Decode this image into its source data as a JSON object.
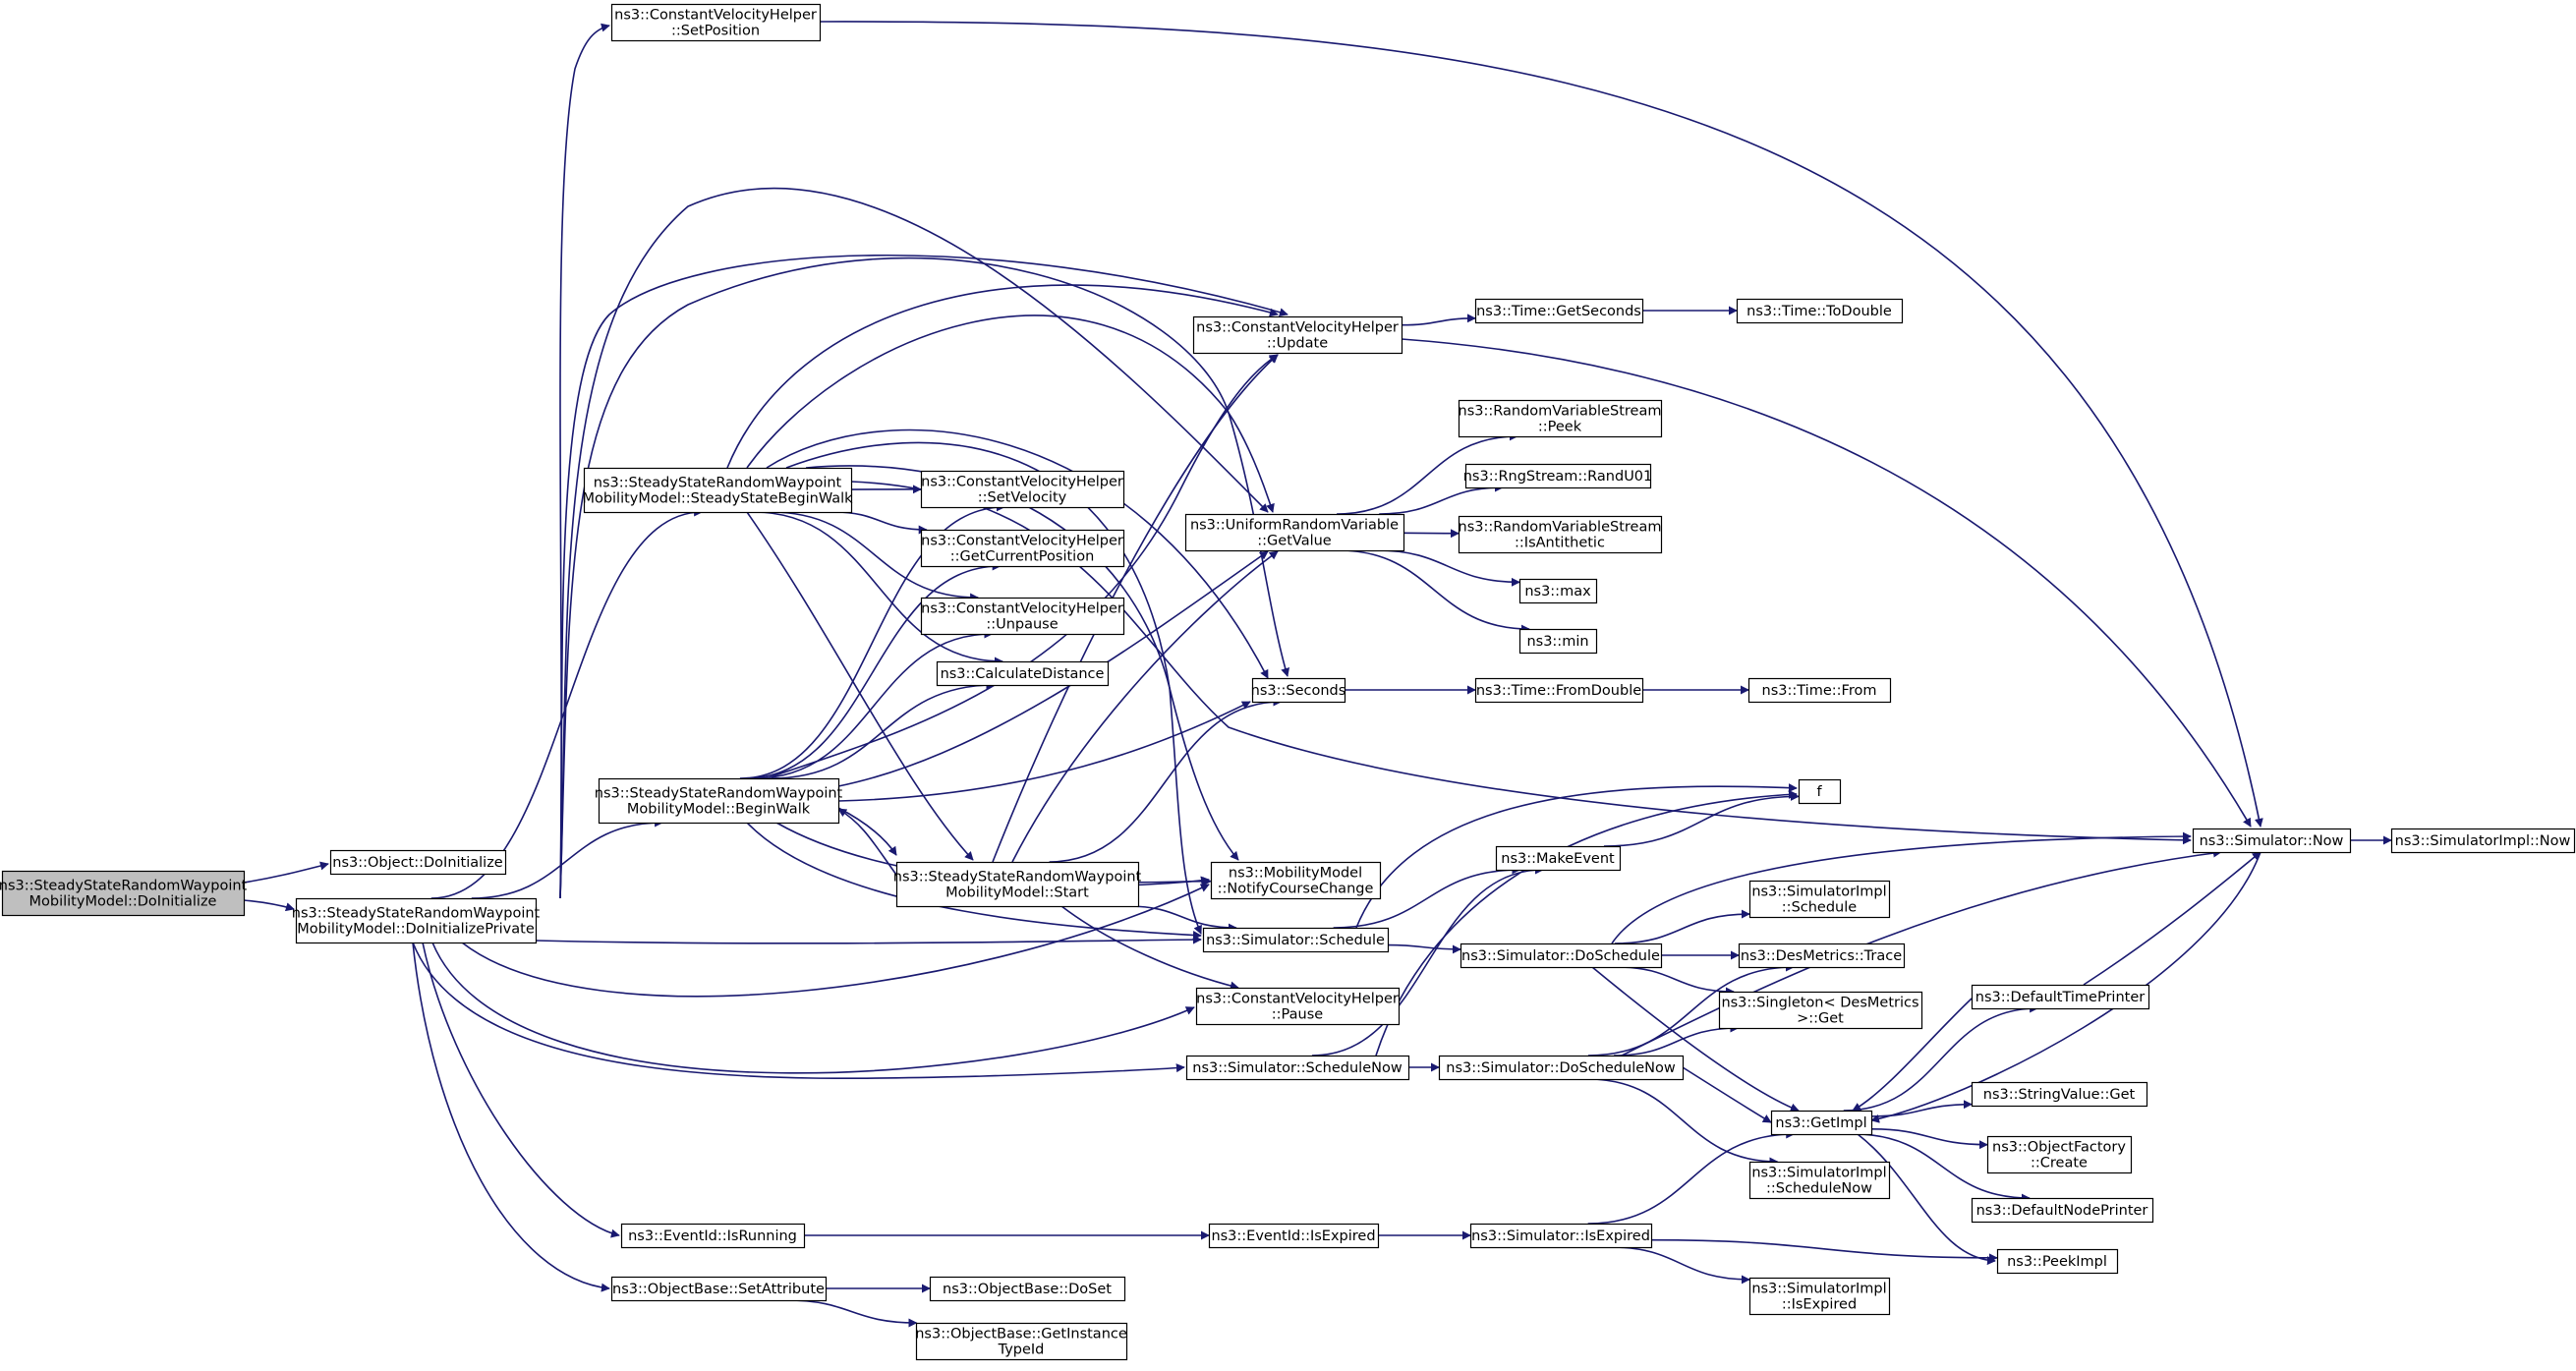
{
  "colors": {
    "edge": "#191970",
    "border_normal": "#000000",
    "border_truncated": "#ff0000",
    "fill_normal": "#ffffff",
    "fill_root": "#bfbfbf"
  },
  "nodes": [
    {
      "id": "root",
      "lines": [
        "ns3::SteadyStateRandomWaypoint",
        "MobilityModel::DoInitialize"
      ],
      "style": "root"
    },
    {
      "id": "objdoinit",
      "lines": [
        "ns3::Object::DoInitialize"
      ],
      "style": "normal"
    },
    {
      "id": "doinitpriv",
      "lines": [
        "ns3::SteadyStateRandomWaypoint",
        "MobilityModel::DoInitializePrivate"
      ],
      "style": "normal"
    },
    {
      "id": "cvsetpos",
      "lines": [
        "ns3::ConstantVelocityHelper",
        "::SetPosition"
      ],
      "style": "normal"
    },
    {
      "id": "ssbeginwalk",
      "lines": [
        "ns3::SteadyStateRandomWaypoint",
        "MobilityModel::SteadyStateBeginWalk"
      ],
      "style": "normal"
    },
    {
      "id": "beginwalk",
      "lines": [
        "ns3::SteadyStateRandomWaypoint",
        "MobilityModel::BeginWalk"
      ],
      "style": "normal"
    },
    {
      "id": "eventidisrunning",
      "lines": [
        "ns3::EventId::IsRunning"
      ],
      "style": "normal"
    },
    {
      "id": "setattribute",
      "lines": [
        "ns3::ObjectBase::SetAttribute"
      ],
      "style": "normal"
    },
    {
      "id": "cvsetvel",
      "lines": [
        "ns3::ConstantVelocityHelper",
        "::SetVelocity"
      ],
      "style": "normal"
    },
    {
      "id": "cvgetcur",
      "lines": [
        "ns3::ConstantVelocityHelper",
        "::GetCurrentPosition"
      ],
      "style": "normal"
    },
    {
      "id": "cvunpause",
      "lines": [
        "ns3::ConstantVelocityHelper",
        "::Unpause"
      ],
      "style": "normal"
    },
    {
      "id": "calcdist",
      "lines": [
        "ns3::CalculateDistance"
      ],
      "style": "normal"
    },
    {
      "id": "start",
      "lines": [
        "ns3::SteadyStateRandomWaypoint",
        "MobilityModel::Start"
      ],
      "style": "normal"
    },
    {
      "id": "doset",
      "lines": [
        "ns3::ObjectBase::DoSet"
      ],
      "style": "normal"
    },
    {
      "id": "getinsttypeid",
      "lines": [
        "ns3::ObjectBase::GetInstance",
        "TypeId"
      ],
      "style": "normal"
    },
    {
      "id": "cvupdate",
      "lines": [
        "ns3::ConstantVelocityHelper",
        "::Update"
      ],
      "style": "normal"
    },
    {
      "id": "urvgetvalue",
      "lines": [
        "ns3::UniformRandomVariable",
        "::GetValue"
      ],
      "style": "normal"
    },
    {
      "id": "seconds",
      "lines": [
        "ns3::Seconds"
      ],
      "style": "normal"
    },
    {
      "id": "notifycourse",
      "lines": [
        "ns3::MobilityModel",
        "::NotifyCourseChange"
      ],
      "style": "normal"
    },
    {
      "id": "simschedule",
      "lines": [
        "ns3::Simulator::Schedule"
      ],
      "style": "normal"
    },
    {
      "id": "cvpause",
      "lines": [
        "ns3::ConstantVelocityHelper",
        "::Pause"
      ],
      "style": "normal"
    },
    {
      "id": "simschedulenow",
      "lines": [
        "ns3::Simulator::ScheduleNow"
      ],
      "style": "normal"
    },
    {
      "id": "eventidisexpired",
      "lines": [
        "ns3::EventId::IsExpired"
      ],
      "style": "normal"
    },
    {
      "id": "timegetseconds",
      "lines": [
        "ns3::Time::GetSeconds"
      ],
      "style": "normal"
    },
    {
      "id": "rvspeek",
      "lines": [
        "ns3::RandomVariableStream",
        "::Peek"
      ],
      "style": "normal"
    },
    {
      "id": "rngrandu01",
      "lines": [
        "ns3::RngStream::RandU01"
      ],
      "style": "normal"
    },
    {
      "id": "rvsisanti",
      "lines": [
        "ns3::RandomVariableStream",
        "::IsAntithetic"
      ],
      "style": "normal"
    },
    {
      "id": "max",
      "lines": [
        "ns3::max"
      ],
      "style": "normal"
    },
    {
      "id": "min",
      "lines": [
        "ns3::min"
      ],
      "style": "normal"
    },
    {
      "id": "timefromdouble",
      "lines": [
        "ns3::Time::FromDouble"
      ],
      "style": "normal"
    },
    {
      "id": "makeevent",
      "lines": [
        "ns3::MakeEvent"
      ],
      "style": "normal"
    },
    {
      "id": "f",
      "lines": [
        "f"
      ],
      "style": "normal"
    },
    {
      "id": "simdoschedule",
      "lines": [
        "ns3::Simulator::DoSchedule"
      ],
      "style": "normal"
    },
    {
      "id": "simdoschedulenow",
      "lines": [
        "ns3::Simulator::DoScheduleNow"
      ],
      "style": "normal"
    },
    {
      "id": "simisexpired",
      "lines": [
        "ns3::Simulator::IsExpired"
      ],
      "style": "normal"
    },
    {
      "id": "timetodouble",
      "lines": [
        "ns3::Time::ToDouble"
      ],
      "style": "truncated"
    },
    {
      "id": "timefrom",
      "lines": [
        "ns3::Time::From"
      ],
      "style": "truncated"
    },
    {
      "id": "simimplschedule",
      "lines": [
        "ns3::SimulatorImpl",
        "::Schedule"
      ],
      "style": "normal"
    },
    {
      "id": "desmetricstrace",
      "lines": [
        "ns3::DesMetrics::Trace"
      ],
      "style": "truncated"
    },
    {
      "id": "singletonget",
      "lines": [
        "ns3::Singleton< DesMetrics",
        ">::Get"
      ],
      "style": "normal"
    },
    {
      "id": "getimpl",
      "lines": [
        "ns3::GetImpl"
      ],
      "style": "truncated"
    },
    {
      "id": "simimplschedulenow",
      "lines": [
        "ns3::SimulatorImpl",
        "::ScheduleNow"
      ],
      "style": "normal"
    },
    {
      "id": "simimplisexpired",
      "lines": [
        "ns3::SimulatorImpl",
        "::IsExpired"
      ],
      "style": "normal"
    },
    {
      "id": "simnow",
      "lines": [
        "ns3::Simulator::Now"
      ],
      "style": "normal"
    },
    {
      "id": "defaulttimeprinter",
      "lines": [
        "ns3::DefaultTimePrinter"
      ],
      "style": "truncated"
    },
    {
      "id": "stringvalueget",
      "lines": [
        "ns3::StringValue::Get"
      ],
      "style": "normal"
    },
    {
      "id": "objfactorycreate",
      "lines": [
        "ns3::ObjectFactory",
        "::Create"
      ],
      "style": "truncated"
    },
    {
      "id": "defaultnodeprinter",
      "lines": [
        "ns3::DefaultNodePrinter"
      ],
      "style": "truncated"
    },
    {
      "id": "peekimpl",
      "lines": [
        "ns3::PeekImpl"
      ],
      "style": "normal"
    },
    {
      "id": "simimplnow",
      "lines": [
        "ns3::SimulatorImpl::Now"
      ],
      "style": "normal"
    }
  ],
  "edges": [
    [
      "root",
      "objdoinit"
    ],
    [
      "root",
      "doinitpriv"
    ],
    [
      "doinitpriv",
      "cvsetpos"
    ],
    [
      "doinitpriv",
      "ssbeginwalk"
    ],
    [
      "doinitpriv",
      "beginwalk"
    ],
    [
      "doinitpriv",
      "cvupdate"
    ],
    [
      "doinitpriv",
      "urvgetvalue"
    ],
    [
      "doinitpriv",
      "seconds"
    ],
    [
      "doinitpriv",
      "simschedule"
    ],
    [
      "doinitpriv",
      "simschedulenow"
    ],
    [
      "doinitpriv",
      "cvpause"
    ],
    [
      "doinitpriv",
      "eventidisrunning"
    ],
    [
      "doinitpriv",
      "setattribute"
    ],
    [
      "doinitpriv",
      "notifycourse"
    ],
    [
      "ssbeginwalk",
      "cvsetvel"
    ],
    [
      "ssbeginwalk",
      "cvgetcur"
    ],
    [
      "ssbeginwalk",
      "cvunpause"
    ],
    [
      "ssbeginwalk",
      "calcdist"
    ],
    [
      "ssbeginwalk",
      "start"
    ],
    [
      "ssbeginwalk",
      "cvupdate"
    ],
    [
      "ssbeginwalk",
      "urvgetvalue"
    ],
    [
      "ssbeginwalk",
      "seconds"
    ],
    [
      "ssbeginwalk",
      "simschedule"
    ],
    [
      "ssbeginwalk",
      "simnow"
    ],
    [
      "ssbeginwalk",
      "notifycourse"
    ],
    [
      "beginwalk",
      "cvsetvel"
    ],
    [
      "beginwalk",
      "cvgetcur"
    ],
    [
      "beginwalk",
      "cvunpause"
    ],
    [
      "beginwalk",
      "calcdist"
    ],
    [
      "beginwalk",
      "start"
    ],
    [
      "beginwalk",
      "cvupdate"
    ],
    [
      "beginwalk",
      "urvgetvalue"
    ],
    [
      "beginwalk",
      "seconds"
    ],
    [
      "beginwalk",
      "simschedule"
    ],
    [
      "beginwalk",
      "notifycourse"
    ],
    [
      "start",
      "beginwalk"
    ],
    [
      "start",
      "cvupdate"
    ],
    [
      "start",
      "urvgetvalue"
    ],
    [
      "start",
      "seconds"
    ],
    [
      "start",
      "notifycourse"
    ],
    [
      "start",
      "simschedule"
    ],
    [
      "start",
      "cvpause"
    ],
    [
      "eventidisrunning",
      "eventidisexpired"
    ],
    [
      "eventidisexpired",
      "simisexpired"
    ],
    [
      "setattribute",
      "doset"
    ],
    [
      "setattribute",
      "getinsttypeid"
    ],
    [
      "cvsetpos",
      "simnow"
    ],
    [
      "cvupdate",
      "timegetseconds"
    ],
    [
      "cvupdate",
      "simnow"
    ],
    [
      "timegetseconds",
      "timetodouble"
    ],
    [
      "urvgetvalue",
      "rvspeek"
    ],
    [
      "urvgetvalue",
      "rngrandu01"
    ],
    [
      "urvgetvalue",
      "rvsisanti"
    ],
    [
      "urvgetvalue",
      "max"
    ],
    [
      "urvgetvalue",
      "min"
    ],
    [
      "seconds",
      "timefromdouble"
    ],
    [
      "timefromdouble",
      "timefrom"
    ],
    [
      "simschedule",
      "makeevent"
    ],
    [
      "simschedule",
      "f"
    ],
    [
      "simschedule",
      "simdoschedule"
    ],
    [
      "simschedulenow",
      "makeevent"
    ],
    [
      "simschedulenow",
      "f"
    ],
    [
      "simschedulenow",
      "simdoschedulenow"
    ],
    [
      "makeevent",
      "f"
    ],
    [
      "simdoschedule",
      "simnow"
    ],
    [
      "simdoschedule",
      "simimplschedule"
    ],
    [
      "simdoschedule",
      "desmetricstrace"
    ],
    [
      "simdoschedule",
      "singletonget"
    ],
    [
      "simdoschedule",
      "getimpl"
    ],
    [
      "simdoschedulenow",
      "simnow"
    ],
    [
      "simdoschedulenow",
      "desmetricstrace"
    ],
    [
      "simdoschedulenow",
      "singletonget"
    ],
    [
      "simdoschedulenow",
      "getimpl"
    ],
    [
      "simdoschedulenow",
      "simimplschedulenow"
    ],
    [
      "simisexpired",
      "getimpl"
    ],
    [
      "simisexpired",
      "peekimpl"
    ],
    [
      "simisexpired",
      "simimplisexpired"
    ],
    [
      "getimpl",
      "defaulttimeprinter"
    ],
    [
      "getimpl",
      "stringvalueget"
    ],
    [
      "getimpl",
      "objfactorycreate"
    ],
    [
      "getimpl",
      "defaultnodeprinter"
    ],
    [
      "getimpl",
      "peekimpl"
    ],
    [
      "defaulttimeprinter",
      "simnow"
    ],
    [
      "defaulttimeprinter",
      "getimpl"
    ],
    [
      "simnow",
      "getimpl"
    ],
    [
      "simnow",
      "simimplnow"
    ]
  ]
}
